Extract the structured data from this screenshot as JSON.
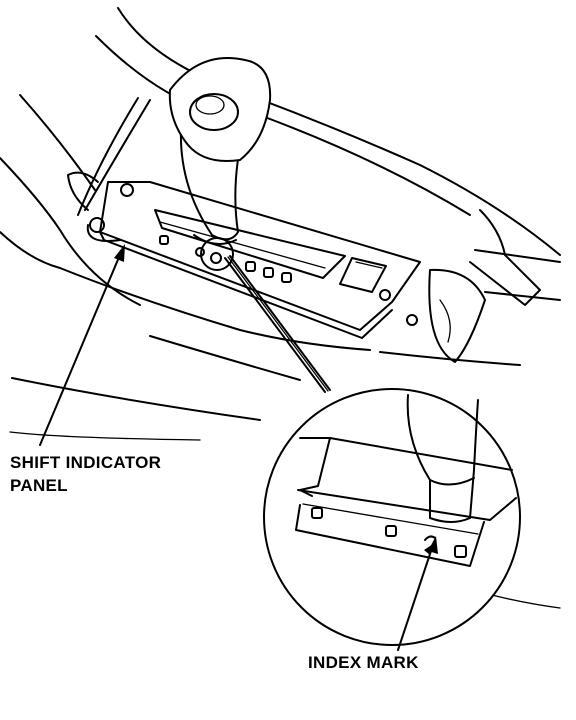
{
  "labels": {
    "shift_indicator_line1": "SHIFT INDICATOR",
    "shift_indicator_line2": "PANEL",
    "index_mark": "INDEX MARK"
  },
  "colors": {
    "line": "#000000",
    "background": "#ffffff"
  }
}
